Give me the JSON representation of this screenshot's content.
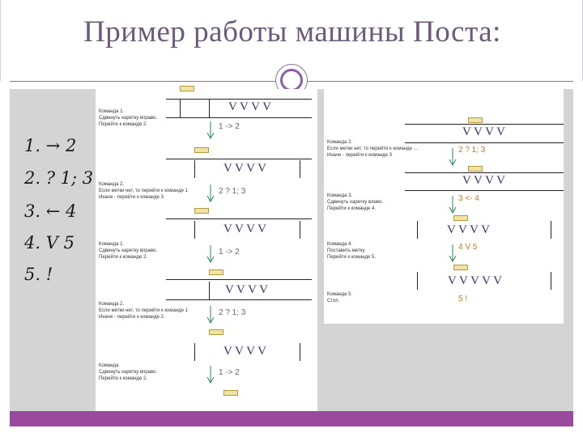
{
  "title": "Пример работы машины Поста:",
  "program": [
    {
      "num": "1.",
      "op": "→ 2"
    },
    {
      "num": "2.",
      "op": "? 1; 3"
    },
    {
      "num": "3.",
      "op": "← 4"
    },
    {
      "num": "4.",
      "op": "V 5"
    },
    {
      "num": "5.",
      "op": "!"
    }
  ],
  "left_column": [
    {
      "cmd": "Команда 1.\nСдвинуть каретку вправо.\nПерейти к команде 2.",
      "label": "1 -> 2",
      "cells": "V V V V"
    },
    {
      "cmd": "Команда 2.\nЕсли метки нет, то перейти к команде 1\nИначе - перейти к команде 3",
      "label": "2 ? 1; 3",
      "cells": "V V V V"
    },
    {
      "cmd": "Команда 1.\nСдвинуть каретку вправо.\nПерейти к команде 2.",
      "label": "1 -> 2",
      "cells": "V V V V"
    },
    {
      "cmd": "Команда 2.\nЕсли метки нет, то перейти к команде 1\nИначе - перейти к команде 2.",
      "label": "2 ? 1; 3",
      "cells": "V V V V"
    },
    {
      "cmd": "Команда\nСдвинуть каретку вправо.\nПерейти к команде 2.",
      "label": "1 -> 2",
      "cells": "V V V V"
    }
  ],
  "right_column": [
    {
      "cmd": "Команда 2.\nЕсли метки нет, то перейти к команде ...\nИначе - перейти к команде 3",
      "label": "2 ? 1; 3",
      "cells": "V V V V"
    },
    {
      "cmd": "Команда 3.\nСдвинуть каретку влево.\nПерейти к команде 4.",
      "label": "3 <- 4",
      "cells": "V V V V"
    },
    {
      "cmd": "Команда 4.\nПоставить метку\nПерейти к команде 5.",
      "label": "4 V 5",
      "cells": "V V V V"
    },
    {
      "cmd": "Команда 5.\nСтоп.",
      "label": "5 !",
      "cells": "V V V V V"
    }
  ],
  "colors": {
    "title": "#6b5a7a",
    "accent": "#9a4a9c",
    "canvas": "#d4d4d4",
    "label": "#c07a20"
  }
}
